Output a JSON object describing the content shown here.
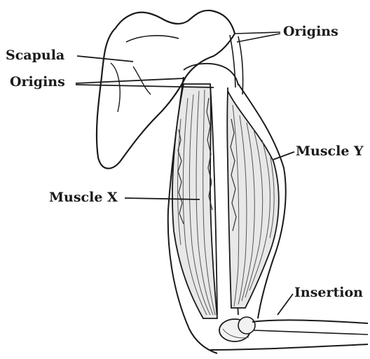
{
  "labels": {
    "origins_top": "Origins",
    "scapula": "Scapula",
    "origins_left": "Origins",
    "muscle_y": "Muscle Y",
    "muscle_x": "Muscle X",
    "insertion": "Insertion"
  },
  "colors": {
    "ink": "#1a1a1a",
    "shade": "#555555",
    "background": "#ffffff"
  }
}
